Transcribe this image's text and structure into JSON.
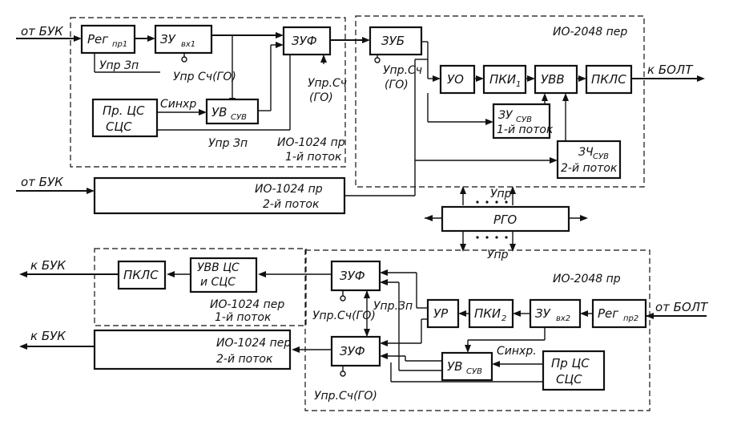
{
  "inputs": {
    "from_buk_1": "от БУК",
    "from_buk_2": "от БУК",
    "from_bolt": "от БОЛТ"
  },
  "outputs": {
    "to_bolt": "к БОЛТ",
    "to_buk_1": "к БУК",
    "to_buk_2": "к БУК"
  },
  "tx_1024_first": {
    "reg": "Рег",
    "reg_sub": "пр1",
    "zu_in": "ЗУ",
    "zu_in_sub": "вх1",
    "zuf": "ЗУФ",
    "sync_block_l1": "Пр. ЦС",
    "sync_block_l2": "СЦС",
    "uv": "УВ",
    "uv_sub": "СУВ",
    "upr_zp_1": "Упр Зп",
    "upr_sch_go": "Упр Сч(ГО)",
    "sync_label": "Синхр",
    "upr_zp_2": "Упр Зп",
    "upr_sch_l1": "Упр.Сч",
    "upr_sch_l2": "(ГО)",
    "frame_l1": "ИО-1024 пр",
    "frame_l2": "1-й поток"
  },
  "tx_1024_second": {
    "l1": "ИО-1024 пр",
    "l2": "2-й поток"
  },
  "tx_2048": {
    "frame": "ИО-2048 пер",
    "zub": "ЗУБ",
    "upr_sch_l1": "Упр.Сч",
    "upr_sch_l2": "(ГО)",
    "uo": "УО",
    "pki": "ПКИ",
    "pki_sub": "1",
    "uvv": "УВВ",
    "pkls": "ПКЛС",
    "zu_1": "ЗУ",
    "zu_1_sub": "СУВ",
    "zu_1_l2": "1-й поток",
    "zu_2": "ЗЧ",
    "zu_2_sub": "СУВ",
    "zu_2_l2": "2-й поток"
  },
  "rgo": {
    "label": "РГО",
    "upr_top": "Упр",
    "upr_bottom": "Упр"
  },
  "rx_2048": {
    "frame": "ИО-2048 пр",
    "zuf_1": "ЗУФ",
    "zuf_2": "ЗУФ",
    "upr_zp": "Упр.Зп",
    "upr_sch_1": "Упр.Сч(ГО)",
    "upr_sch_2": "Упр.Сч(ГО)",
    "ur": "УР",
    "pki": "ПКИ",
    "pki_sub": "2",
    "zu_in": "ЗУ",
    "zu_in_sub": "вх2",
    "reg": "Рег",
    "reg_sub": "пр2",
    "sync_label": "Синхр.",
    "uv": "УВ",
    "uv_sub": "СУВ",
    "sync_block_l1": "Пр ЦС",
    "sync_block_l2": "СЦС"
  },
  "rx_1024_first": {
    "pkls": "ПКЛС",
    "uvv_l1": "УВВ ЦС",
    "uvv_l2": "и СЦС",
    "l1": "ИО-1024 пер",
    "l2": "1-й поток"
  },
  "rx_1024_second": {
    "l1": "ИО-1024 пер",
    "l2": "2-й поток"
  }
}
